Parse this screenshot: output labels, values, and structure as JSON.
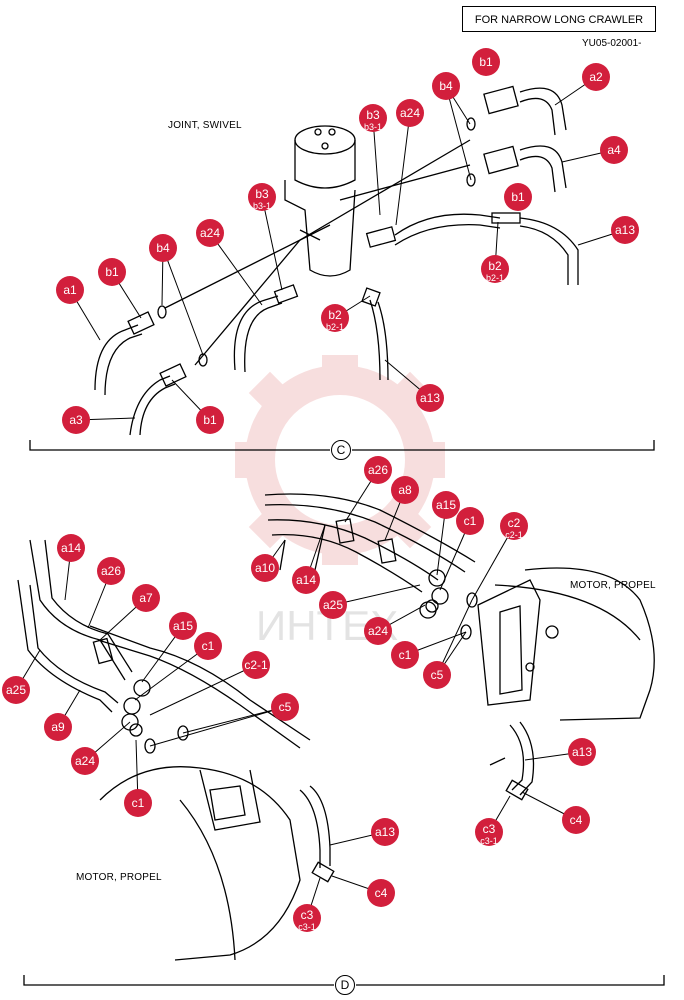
{
  "header": {
    "title": "FOR NARROW LONG CRAWLER",
    "code": "YU05-02001-"
  },
  "labels": {
    "joint": "JOINT, SWIVEL",
    "motor_top": "MOTOR, PROPEL",
    "motor_bottom": "MOTOR, PROPEL"
  },
  "sections": {
    "top": "C",
    "bottom": "D"
  },
  "watermark": "ИНТЕХ",
  "colors": {
    "badge": "#d21f3c",
    "badge_text": "#ffffff",
    "watermark": "#f2c4c4",
    "line": "#000000"
  },
  "callouts": [
    {
      "text": "b1"
    },
    {
      "text": "a2"
    },
    {
      "text": "b4"
    },
    {
      "text": "b3",
      "sub": "b3-1"
    },
    {
      "text": "a24"
    },
    {
      "text": "a4"
    },
    {
      "text": "b1"
    },
    {
      "text": "a13"
    },
    {
      "text": "b3",
      "sub": "b3-1"
    },
    {
      "text": "a24"
    },
    {
      "text": "b4"
    },
    {
      "text": "b1"
    },
    {
      "text": "a1"
    },
    {
      "text": "b2",
      "sub": "b2-1"
    },
    {
      "text": "b2",
      "sub": "b2-1"
    },
    {
      "text": "a13"
    },
    {
      "text": "a3"
    },
    {
      "text": "b1"
    },
    {
      "text": "a26"
    },
    {
      "text": "a8"
    },
    {
      "text": "a15"
    },
    {
      "text": "c1"
    },
    {
      "text": "c2",
      "sub": "c2-1"
    },
    {
      "text": "a10"
    },
    {
      "text": "a14"
    },
    {
      "text": "a25"
    },
    {
      "text": "a24"
    },
    {
      "text": "c1"
    },
    {
      "text": "c5"
    },
    {
      "text": "a14"
    },
    {
      "text": "a26"
    },
    {
      "text": "a7"
    },
    {
      "text": "a15"
    },
    {
      "text": "c1"
    },
    {
      "text": "c2-1"
    },
    {
      "text": "c5"
    },
    {
      "text": "a25"
    },
    {
      "text": "a9"
    },
    {
      "text": "a24"
    },
    {
      "text": "c1"
    },
    {
      "text": "a13"
    },
    {
      "text": "c3",
      "sub": "c3-1"
    },
    {
      "text": "c4"
    },
    {
      "text": "a13"
    },
    {
      "text": "c4"
    },
    {
      "text": "c3",
      "sub": "c3-1"
    }
  ]
}
